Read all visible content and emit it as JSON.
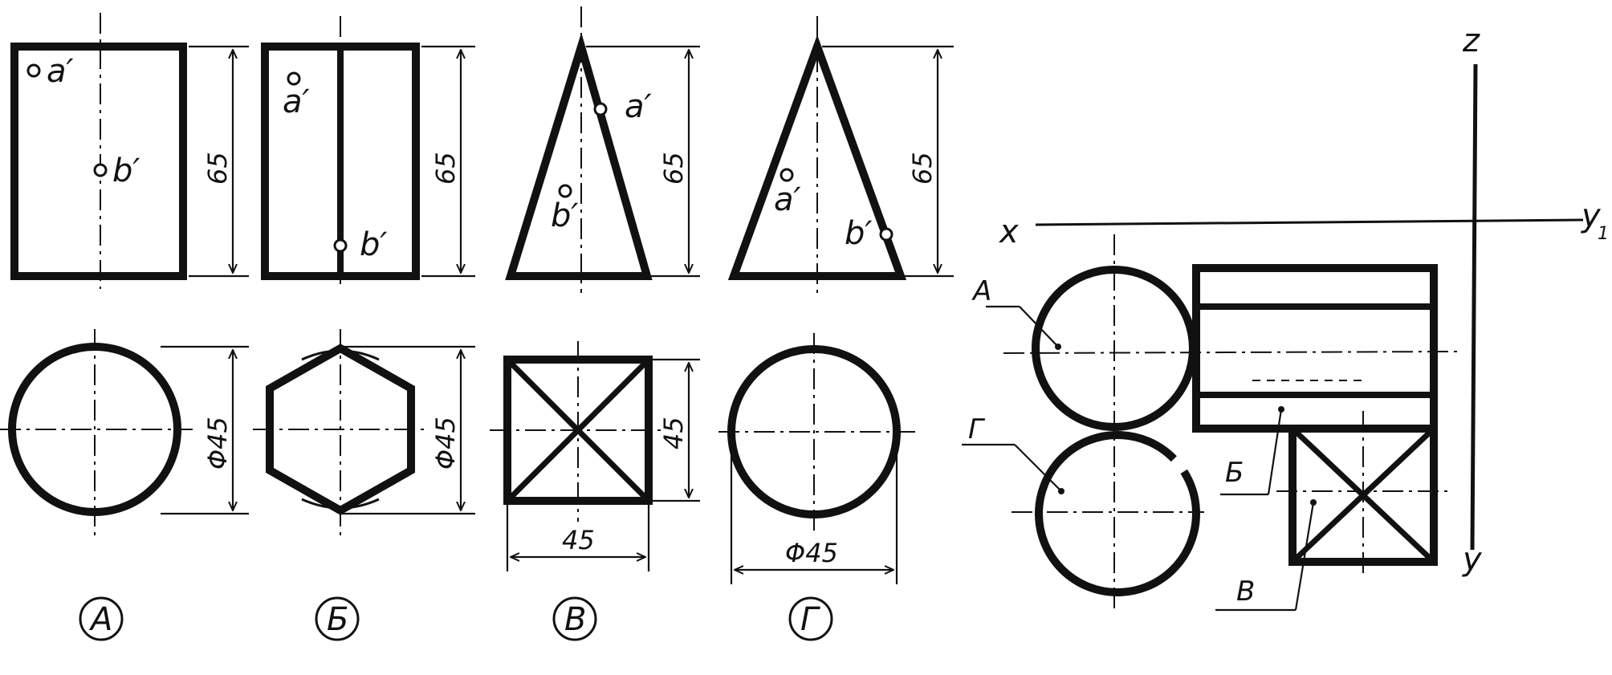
{
  "figures": [
    {
      "id": "A",
      "label": "А",
      "height": "65",
      "diameter": "Φ45",
      "points": [
        "a′",
        "b′"
      ]
    },
    {
      "id": "B6",
      "label": "Б",
      "height": "65",
      "diameter": "Φ45",
      "points": [
        "a′",
        "b′"
      ]
    },
    {
      "id": "V",
      "label": "В",
      "height": "65",
      "side": "45",
      "width": "45",
      "points": [
        "a′",
        "b′"
      ]
    },
    {
      "id": "G",
      "label": "Г",
      "height": "65",
      "diameter": "Φ45",
      "points": [
        "a′",
        "b′"
      ]
    }
  ],
  "axes": {
    "x": "x",
    "y1": "y",
    "y1_sub": "1",
    "y": "y",
    "z": "z"
  },
  "assembly_labels": [
    "А",
    "Б",
    "В",
    "Г"
  ]
}
